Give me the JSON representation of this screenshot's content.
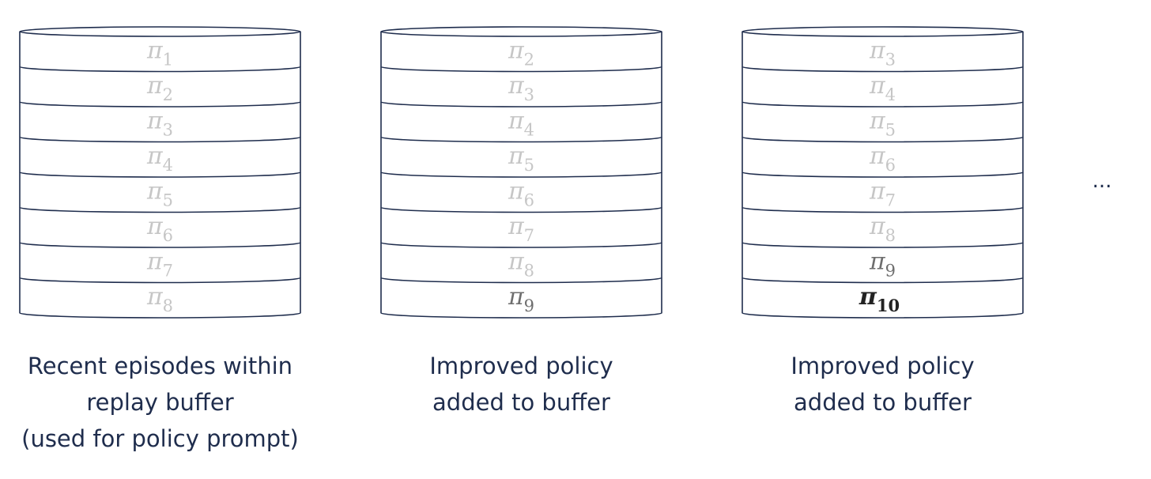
{
  "buffers": [
    {
      "name": "buffer-initial",
      "slots": [
        {
          "label": "π",
          "sub": "1",
          "shade": "faded"
        },
        {
          "label": "π",
          "sub": "2",
          "shade": "faded"
        },
        {
          "label": "π",
          "sub": "3",
          "shade": "faded"
        },
        {
          "label": "π",
          "sub": "4",
          "shade": "faded"
        },
        {
          "label": "π",
          "sub": "5",
          "shade": "faded"
        },
        {
          "label": "π",
          "sub": "6",
          "shade": "faded"
        },
        {
          "label": "π",
          "sub": "7",
          "shade": "faded"
        },
        {
          "label": "π",
          "sub": "8",
          "shade": "faded"
        }
      ],
      "caption": [
        "Recent episodes within",
        "replay buffer",
        "(used for policy prompt)"
      ]
    },
    {
      "name": "buffer-step-1",
      "slots": [
        {
          "label": "π",
          "sub": "2",
          "shade": "faded"
        },
        {
          "label": "π",
          "sub": "3",
          "shade": "faded"
        },
        {
          "label": "π",
          "sub": "4",
          "shade": "faded"
        },
        {
          "label": "π",
          "sub": "5",
          "shade": "faded"
        },
        {
          "label": "π",
          "sub": "6",
          "shade": "faded"
        },
        {
          "label": "π",
          "sub": "7",
          "shade": "faded"
        },
        {
          "label": "π",
          "sub": "8",
          "shade": "faded"
        },
        {
          "label": "π",
          "sub": "9",
          "shade": "medium"
        }
      ],
      "caption": [
        "Improved policy",
        "added to buffer"
      ]
    },
    {
      "name": "buffer-step-2",
      "slots": [
        {
          "label": "π",
          "sub": "3",
          "shade": "faded"
        },
        {
          "label": "π",
          "sub": "4",
          "shade": "faded"
        },
        {
          "label": "π",
          "sub": "5",
          "shade": "faded"
        },
        {
          "label": "π",
          "sub": "6",
          "shade": "faded"
        },
        {
          "label": "π",
          "sub": "7",
          "shade": "faded"
        },
        {
          "label": "π",
          "sub": "8",
          "shade": "faded"
        },
        {
          "label": "π",
          "sub": "9",
          "shade": "medium"
        },
        {
          "label": "π",
          "sub": "10",
          "shade": "dark"
        }
      ],
      "caption": [
        "Improved policy",
        "added to buffer"
      ]
    }
  ],
  "ellipsis": "...",
  "colors": {
    "faded": "#c6c6c6",
    "medium": "#6e6e6e",
    "dark": "#222222",
    "outline": "#1f2d4d",
    "caption": "#1f2d4d"
  }
}
